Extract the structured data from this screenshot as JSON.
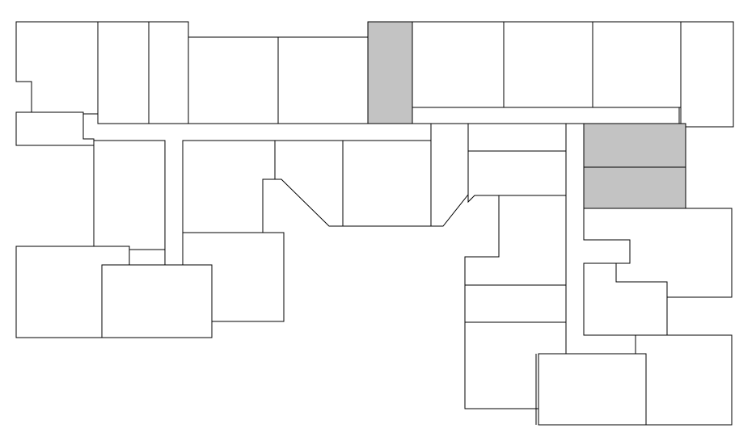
{
  "colors": {
    "background": "#ffffff",
    "room_fill": "#ffffff",
    "highlighted_fill": "#c3c3c3",
    "wall_stroke": "#000000"
  },
  "floorplan": {
    "labels": [],
    "highlighted_rooms": [
      "room-h1",
      "room-h2",
      "room-h3"
    ]
  }
}
